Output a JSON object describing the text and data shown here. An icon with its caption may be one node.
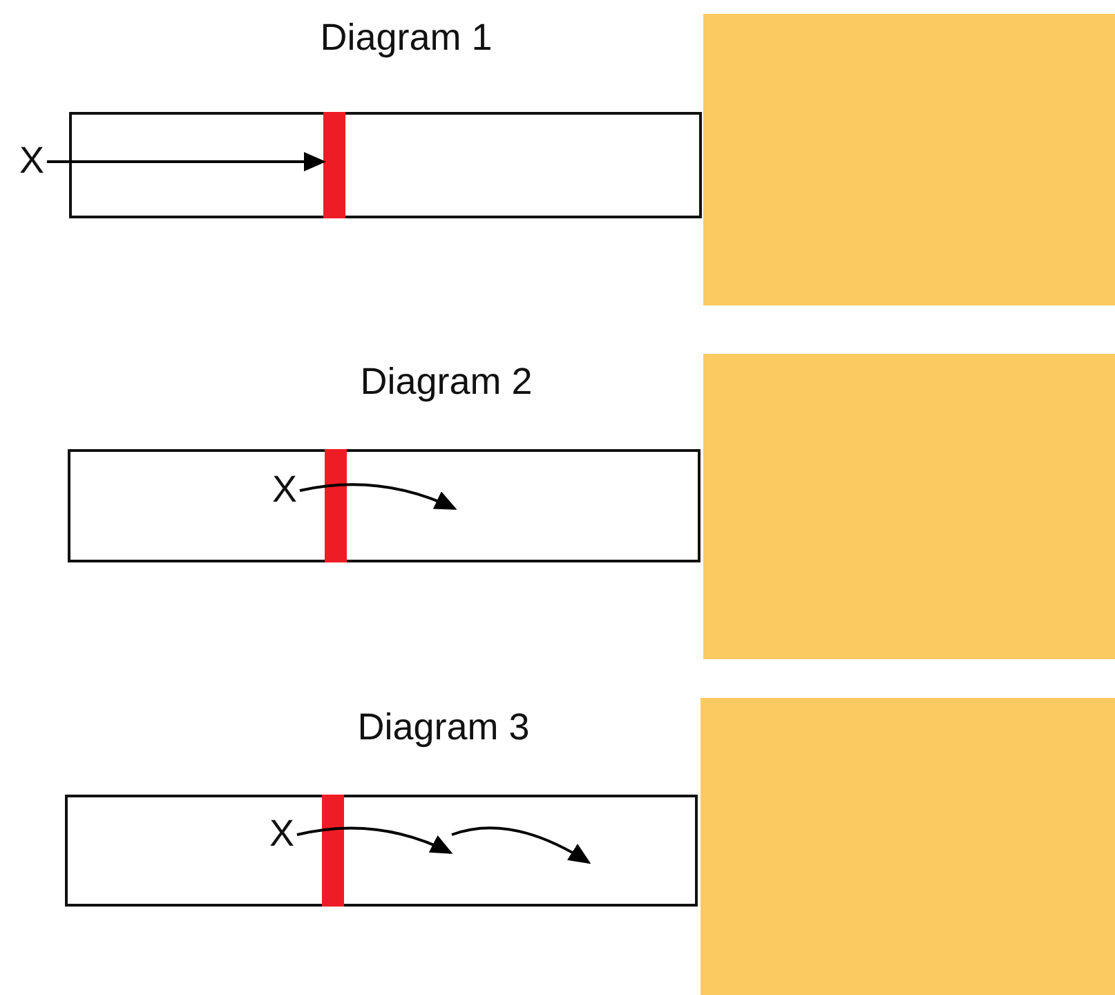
{
  "diagram": {
    "nodes": [
      {
        "text": [],
        "shape": "box"
      },
      {
        "text": [
          "X"
        ]
      },
      {
        "text": [],
        "shape": "bar",
        "in": 0
      },
      {
        "text": [],
        "shape": "box"
      },
      {
        "text": [],
        "shape": "box"
      },
      {
        "text": [
          "X"
        ],
        "in": 4
      },
      {
        "text": [],
        "shape": "bar",
        "in": 4
      },
      {
        "text": [],
        "shape": "box"
      },
      {
        "text": [],
        "shape": "box"
      },
      {
        "text": [
          "X"
        ],
        "in": 8
      },
      {
        "text": [],
        "shape": "bar",
        "in": 8
      },
      {
        "text": [],
        "shape": "box"
      }
    ],
    "edges": [
      {
        "from": 1,
        "to": 2,
        "arrow": "to"
      },
      {
        "from": 5,
        "to": null,
        "arrow": "to"
      },
      {
        "from": 9,
        "to": null,
        "arrow": "to"
      }
    ],
    "labels": [
      "Diagram 1",
      "Diagram 2",
      "Diagram 3"
    ]
  }
}
